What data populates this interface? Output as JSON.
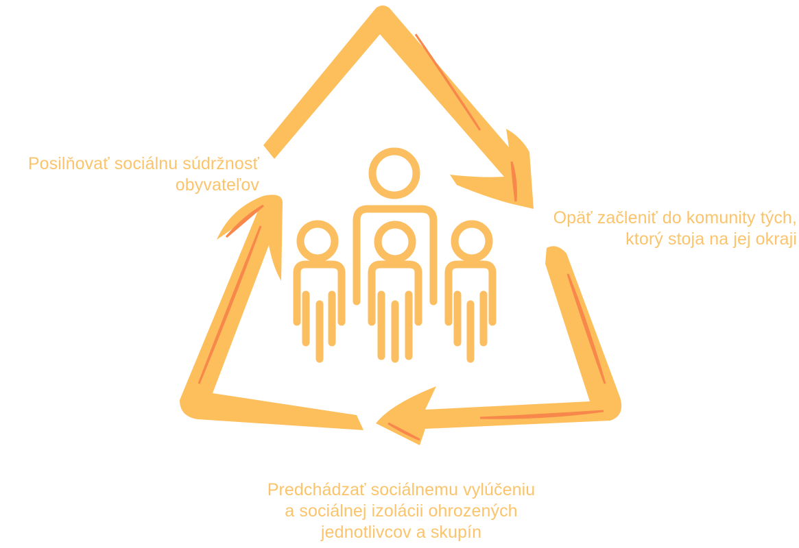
{
  "colors": {
    "arrow_fill": "#FDBF5C",
    "arrow_highlight": "#F7874A",
    "icon_stroke": "#FBBE61",
    "text": "#FBC46C"
  },
  "icons": {
    "center": "group-of-people-icon",
    "cycle": "recycle-arrows-icon"
  },
  "labels": {
    "left": [
      "Posilňovať sociálnu súdržnosť",
      "obyvateľov"
    ],
    "right": [
      "Opäť začleniť do komunity tých,",
      "ktorý stoja na jej okraji"
    ],
    "bottom": [
      "Predchádzať sociálnemu vylúčeniu",
      "a sociálnej izolácii ohrozených",
      "jednotlivcov a skupín"
    ]
  }
}
